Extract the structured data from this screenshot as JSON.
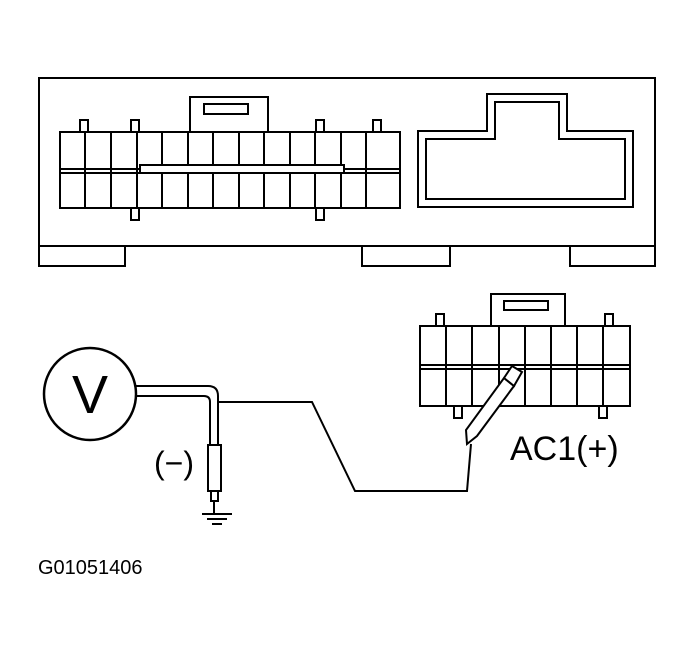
{
  "diagram": {
    "meter_symbol": "V",
    "negative_label": "(−)",
    "positive_probe_label": "AC1(+)",
    "figure_code": "G01051406"
  }
}
